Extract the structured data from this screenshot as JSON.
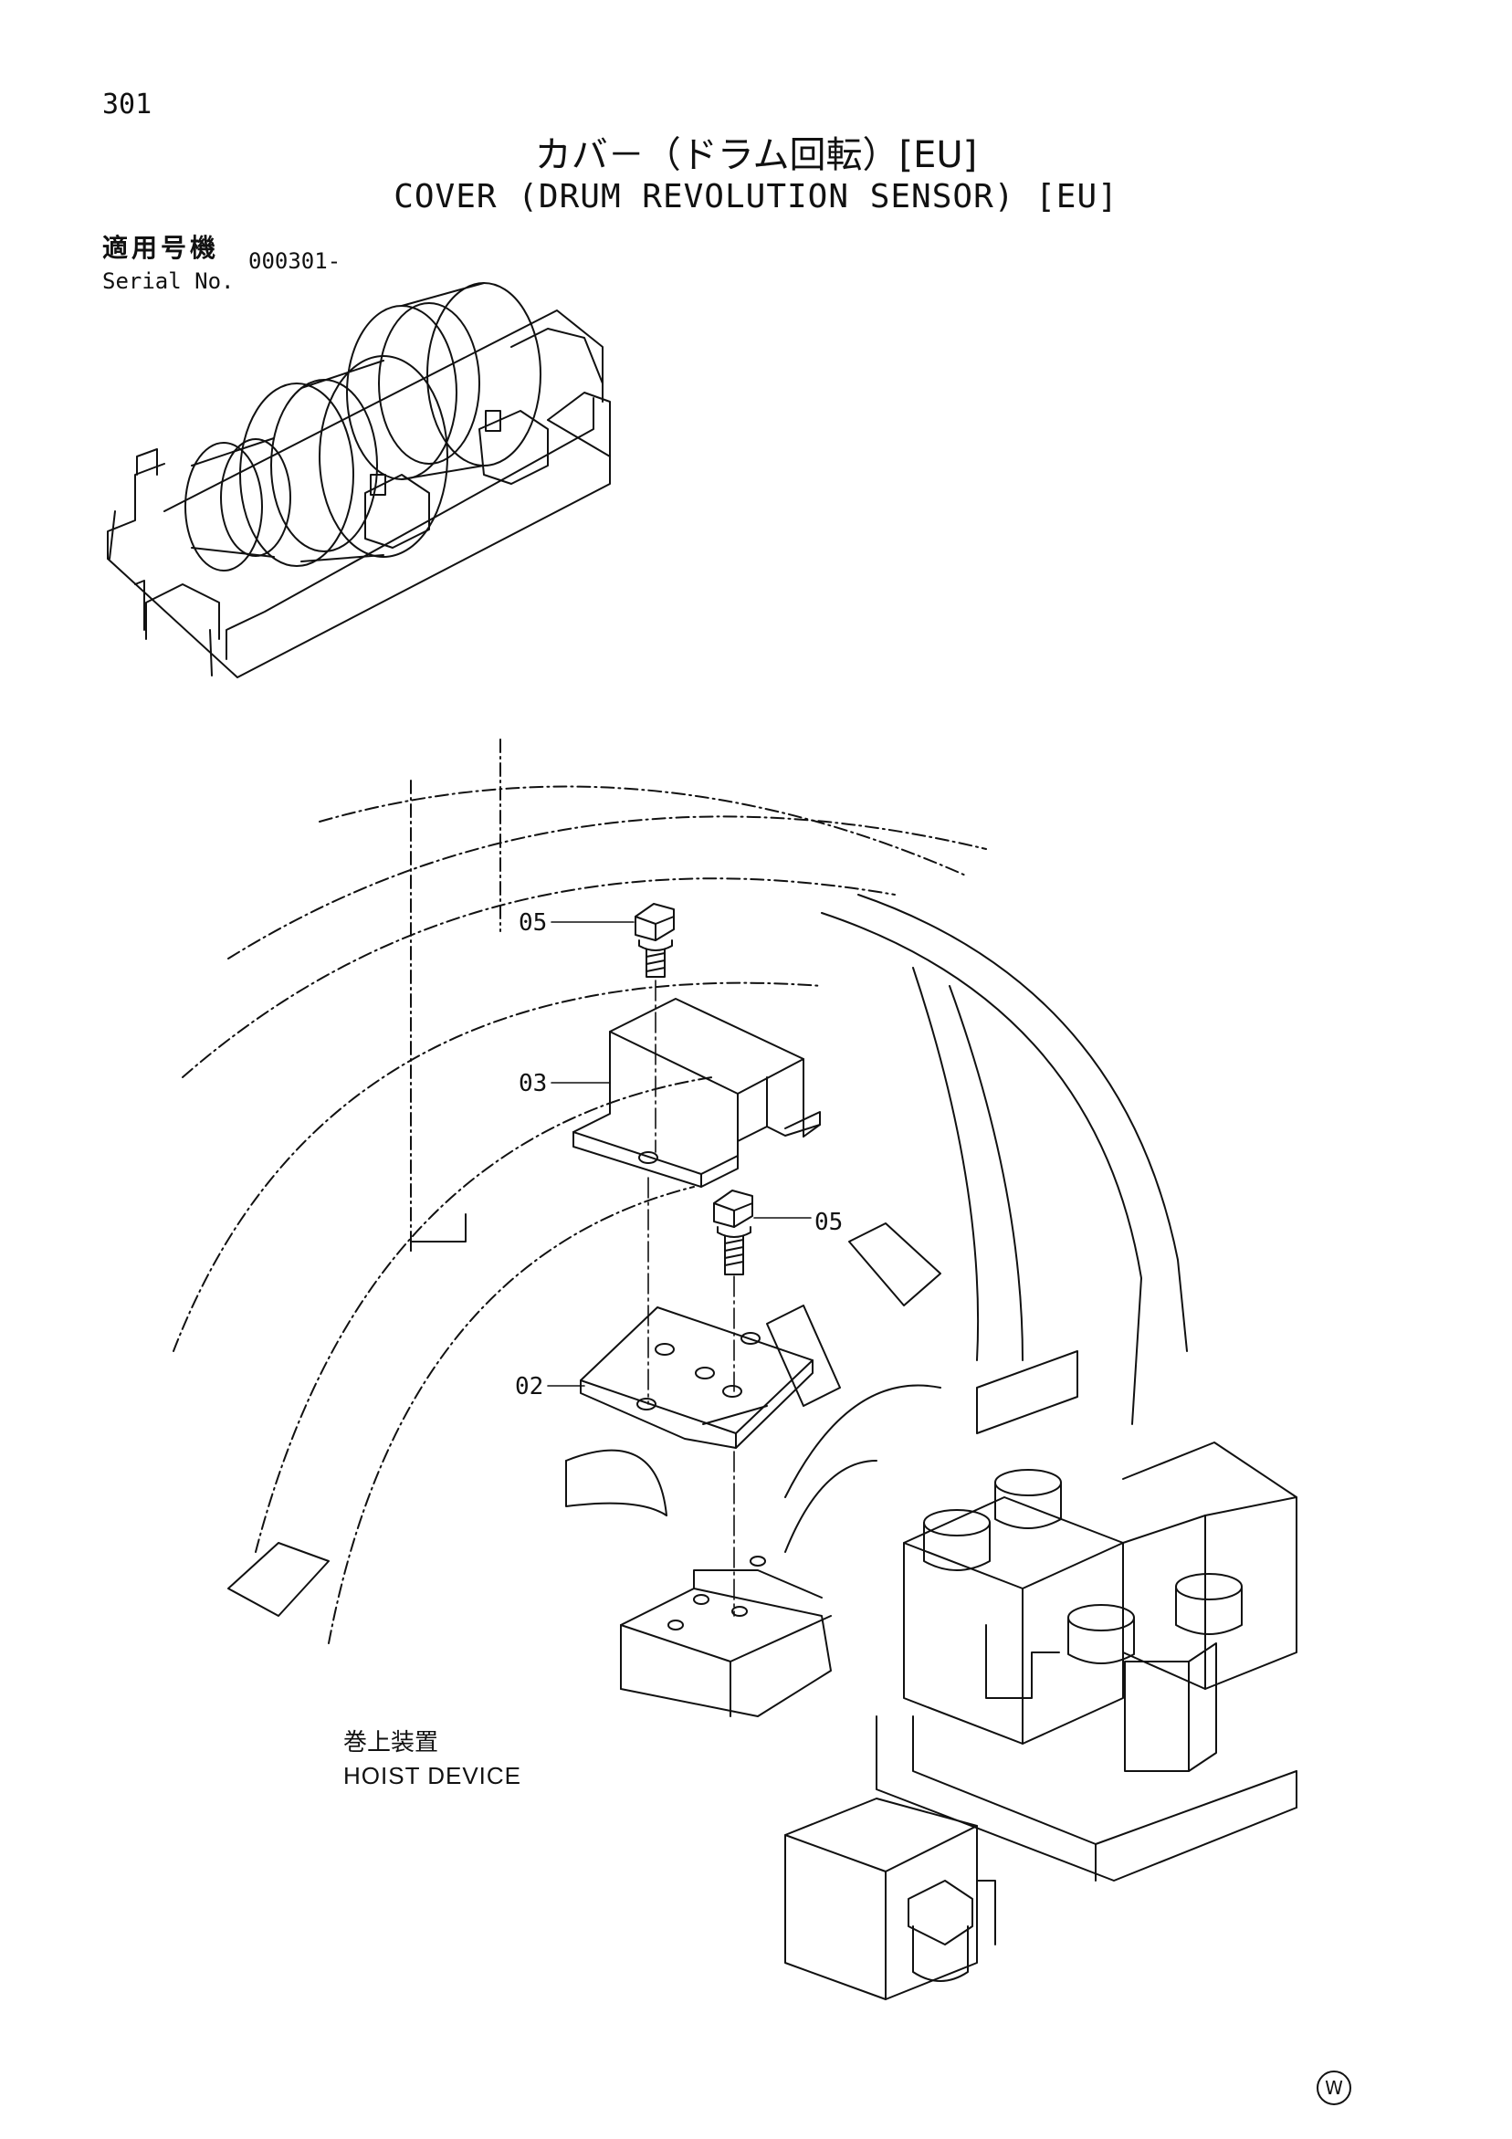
{
  "page_number": "301",
  "title_jp": "カバ－（ドラム回転）[EU]",
  "title_en": "COVER (DRUM REVOLUTION SENSOR) [EU]",
  "serial": {
    "label_jp": "適用号機",
    "label_en": "Serial No.",
    "value": "000301-"
  },
  "callouts": {
    "bolt_top": "05",
    "cover": "03",
    "bolt_right": "05",
    "plate": "02"
  },
  "hoist": {
    "label_jp": "巻上装置",
    "label_en": "HOIST DEVICE"
  },
  "watermark": "W"
}
